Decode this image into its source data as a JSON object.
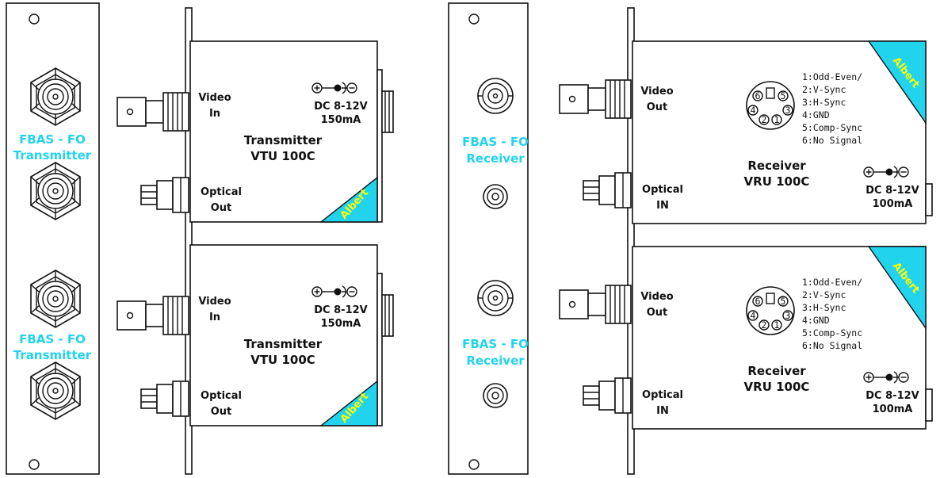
{
  "panels": {
    "tx_front_label": [
      "FBAS - FO",
      "Transmitter"
    ],
    "rx_front_label": [
      "FBAS - FO",
      "Receiver"
    ]
  },
  "transmitter": {
    "video_label": [
      "Video",
      "In"
    ],
    "optical_label": [
      "Optical",
      "Out"
    ],
    "title": [
      "Transmitter",
      "VTU 100C"
    ],
    "power": [
      "DC 8-12V",
      "150mA"
    ],
    "brand": "Albert"
  },
  "receiver": {
    "video_label": [
      "Video",
      "Out"
    ],
    "optical_label": [
      "Optical",
      "IN"
    ],
    "title": [
      "Receiver",
      "VRU 100C"
    ],
    "power": [
      "DC 8-12V",
      "100mA"
    ],
    "brand": "Albert",
    "pin_list": [
      "1:Odd-Even/",
      "2:V-Sync",
      "3:H-Sync",
      "4:GND",
      "5:Comp-Sync",
      "6:No Signal"
    ],
    "pin_numbers": [
      "6",
      "5",
      "4",
      "3",
      "2",
      "1"
    ]
  },
  "colors": {
    "accent_cyan": "#22d3ee",
    "brand_yellow": "#ffff00",
    "line": "#111111"
  }
}
